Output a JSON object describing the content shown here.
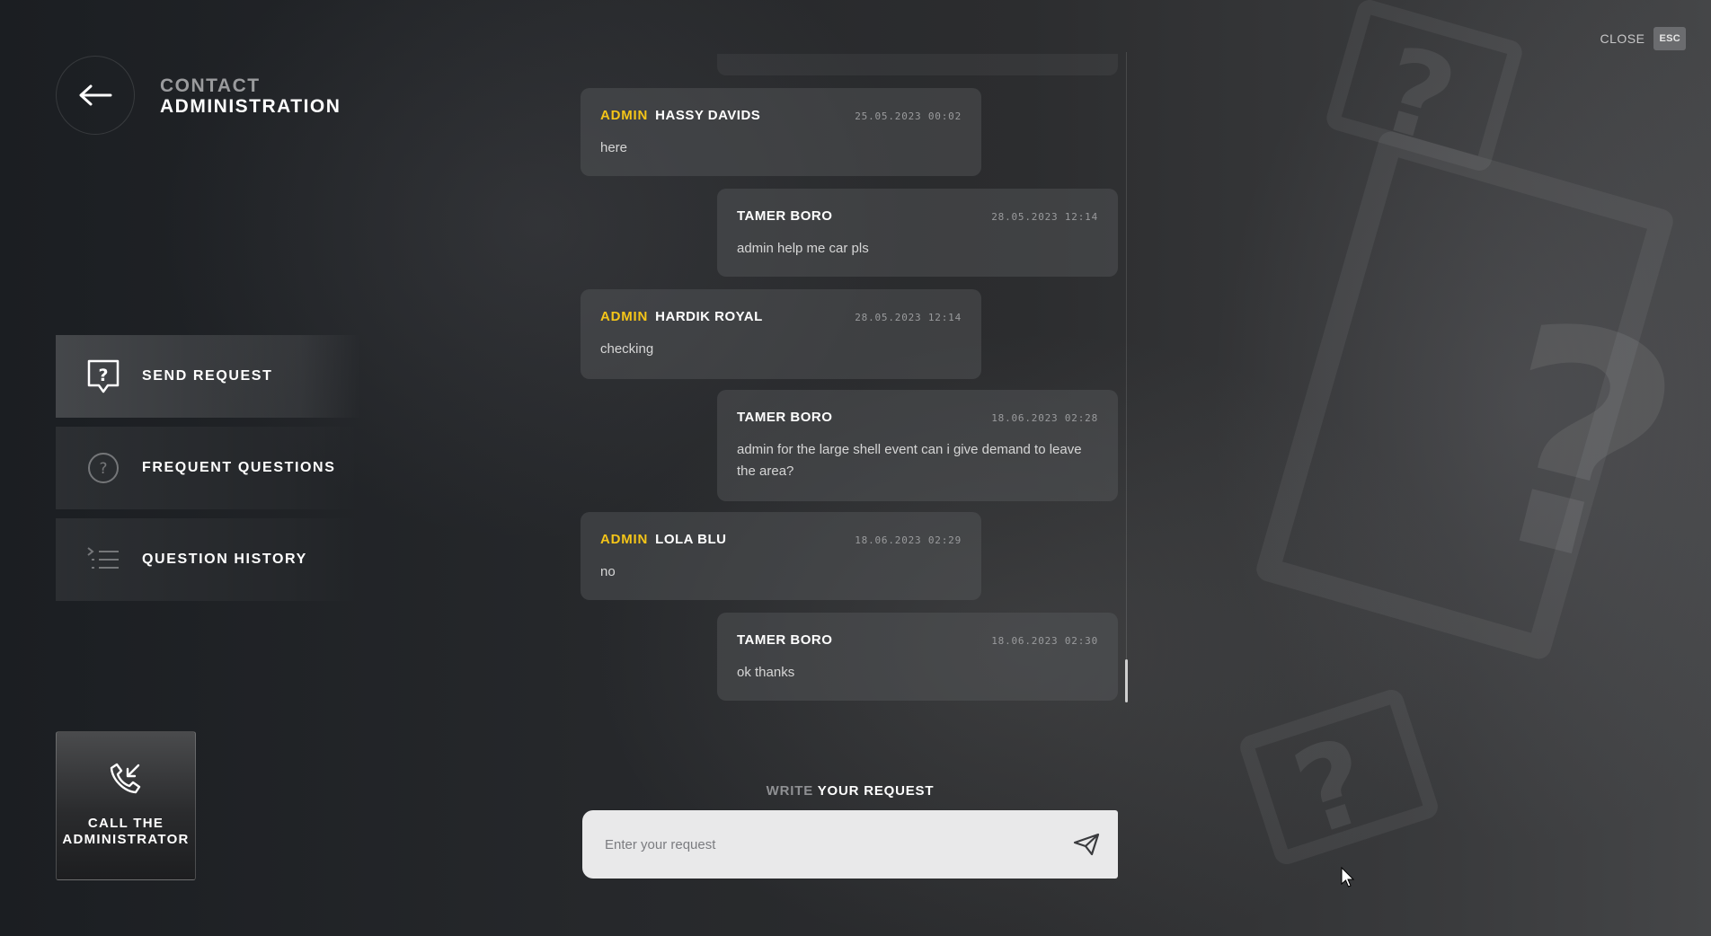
{
  "header": {
    "title_line1": "CONTACT",
    "title_line2": "ADMINISTRATION"
  },
  "menu": {
    "items": [
      {
        "label": "SEND REQUEST",
        "icon": "question-bubble-icon",
        "active": true
      },
      {
        "label": "FREQUENT QUESTIONS",
        "icon": "question-circle-icon",
        "active": false
      },
      {
        "label": "QUESTION HISTORY",
        "icon": "list-icon",
        "active": false
      }
    ]
  },
  "call_admin": {
    "label": "CALL THE\nADMINISTRATOR",
    "icon": "incoming-call-icon"
  },
  "close": {
    "label": "CLOSE",
    "key": "ESC"
  },
  "chat": {
    "messages": [
      {
        "side": "left",
        "role": "ADMIN",
        "author": "HASSY DAVIDS",
        "time": "25.05.2023 00:02",
        "text": "here"
      },
      {
        "side": "right",
        "role": "",
        "author": "TAMER BORO",
        "time": "28.05.2023 12:14",
        "text": "admin help me car pls"
      },
      {
        "side": "left",
        "role": "ADMIN",
        "author": "HARDIK ROYAL",
        "time": "28.05.2023 12:14",
        "text": "checking"
      },
      {
        "side": "right",
        "role": "",
        "author": "TAMER BORO",
        "time": "18.06.2023 02:28",
        "text": "admin for the large shell event can i give demand to leave the area?"
      },
      {
        "side": "left",
        "role": "ADMIN",
        "author": "LOLA BLU",
        "time": "18.06.2023 02:29",
        "text": "no"
      },
      {
        "side": "right",
        "role": "",
        "author": "TAMER BORO",
        "time": "18.06.2023 02:30",
        "text": "ok thanks"
      }
    ]
  },
  "composer": {
    "label_part1": "WRITE",
    "label_part2": "YOUR REQUEST",
    "placeholder": "Enter your request",
    "send_icon": "paper-plane-icon"
  },
  "colors": {
    "accent": "#f5c518",
    "input_bg": "#e9e9ea"
  }
}
